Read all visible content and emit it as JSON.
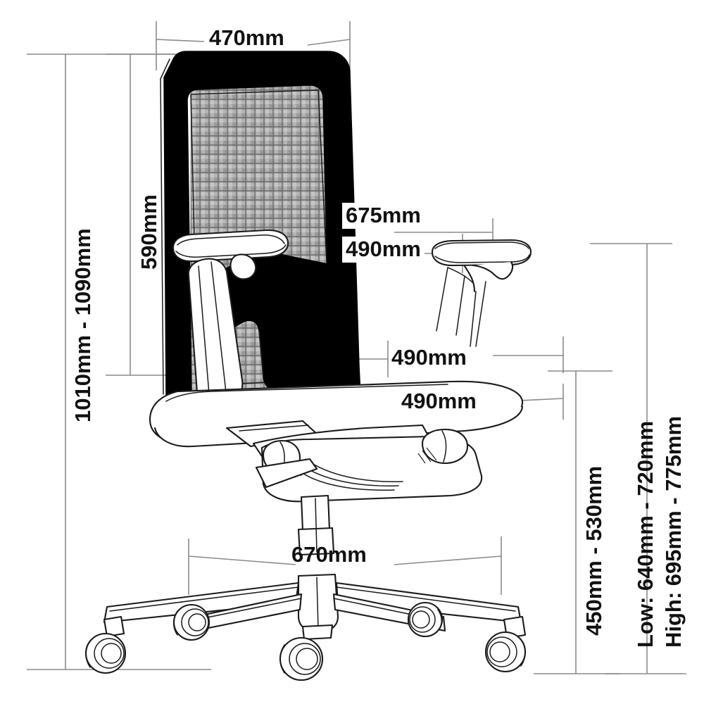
{
  "drawing": {
    "title": "Office chair dimension drawing",
    "subject": "mesh-back-task-chair",
    "units": "mm",
    "line_color": "#8a8a8a",
    "outline_color": "#1a1a1a",
    "frame_color": "#000000",
    "mesh_color": "#8f8f8f",
    "background": "#ffffff"
  },
  "dimensions": {
    "overall_height": "1010mm - 1090mm",
    "backrest_height": "590mm",
    "backrest_width": "470mm",
    "armrest_outer_width": "675mm",
    "armrest_inner_width": "490mm",
    "seat_depth": "490mm",
    "seat_width": "490mm",
    "base_diameter": "670mm",
    "seat_height": "450mm - 530mm",
    "armrest_height_low": "Low: 640mm - 720mm",
    "armrest_height_high": "High: 695mm - 775mm"
  },
  "views": {
    "main": "side-elevation",
    "detail": "armrest-detail",
    "base": "five-star-base-plan"
  }
}
